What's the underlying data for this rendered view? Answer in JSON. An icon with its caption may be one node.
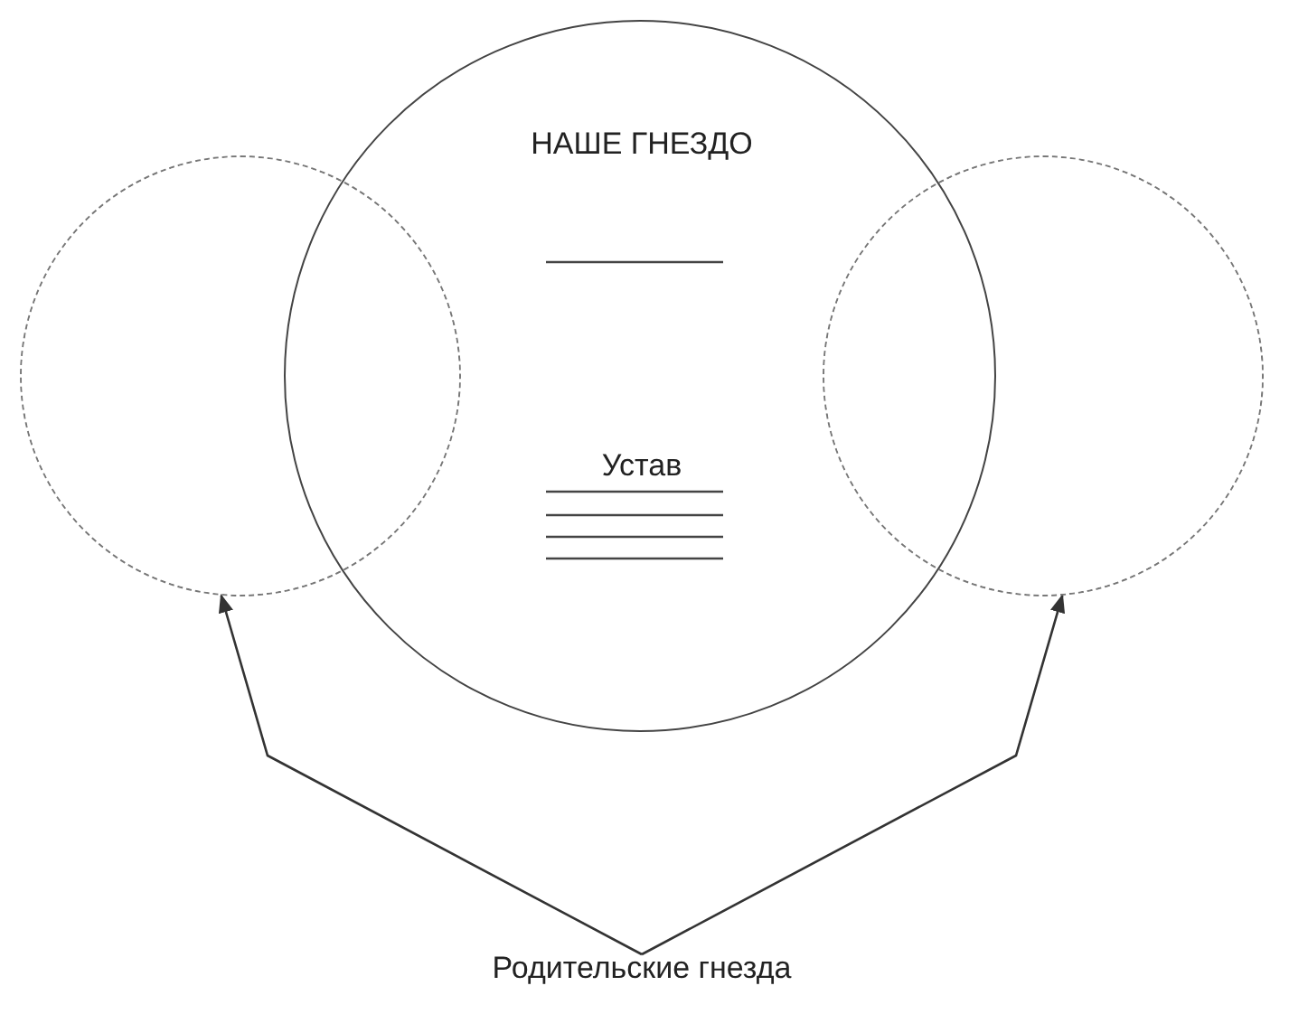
{
  "diagram": {
    "nodes": [
      {
        "text": [
          "НАШЕ ГНЕЗДО",
          "Устав"
        ]
      },
      {
        "text": [],
        "shape": "circle"
      },
      {
        "text": [],
        "shape": "circle"
      },
      {
        "text": [
          "Родительские гнезда"
        ]
      }
    ],
    "edges": [
      {
        "from": 3,
        "to": 1,
        "arrow": "to"
      },
      {
        "from": 3,
        "to": 2,
        "arrow": "to"
      }
    ]
  }
}
